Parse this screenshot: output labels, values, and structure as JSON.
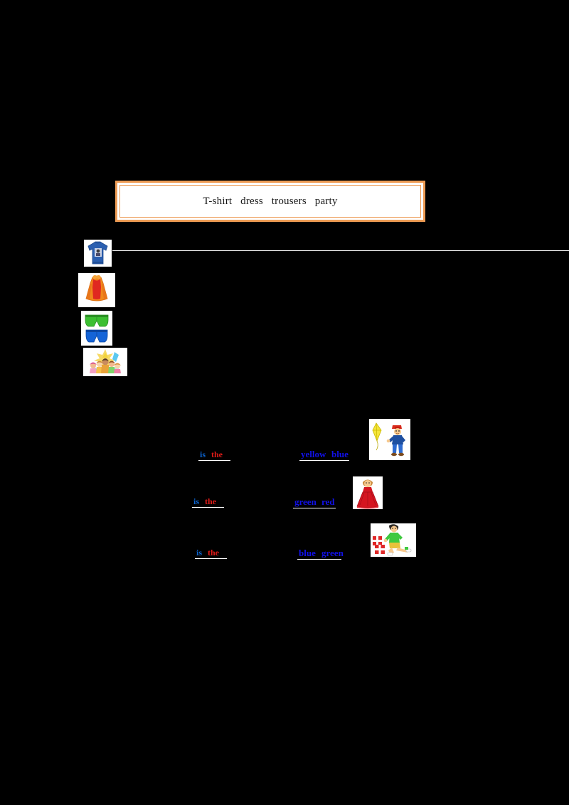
{
  "document": {
    "background_color": "#000000",
    "page_color": "#000000"
  },
  "word_bank": {
    "name": "word-bank",
    "border_color": "#ED9B54",
    "fill_color": "#FFFFFF",
    "text": "T-shirt   dress   trousers   party",
    "words": [
      "T-shirt",
      "dress",
      "trousers",
      "party"
    ]
  },
  "vocab_images": [
    {
      "label": "blue t-shirt",
      "icon": "tshirt-icon",
      "colors": [
        "#2B5FB0",
        "#1F4A8C"
      ]
    },
    {
      "label": "orange dress",
      "icon": "dress-icon",
      "colors": [
        "#F08A1E",
        "#E03A10",
        "#D9251C"
      ]
    },
    {
      "label": "trousers",
      "icon": "trousers-icon",
      "colors": [
        "#3FBF3F",
        "#1463D8"
      ]
    },
    {
      "label": "party",
      "icon": "party-icon",
      "colors": [
        "#F5A9C8",
        "#7ED6F5",
        "#F4D35E"
      ]
    }
  ],
  "answer_rows": [
    {
      "left_word_1": "is",
      "left_word_2": "the",
      "right_word_1": "yellow",
      "right_word_2": "blue",
      "picture": "kite-and-boy",
      "picture_label": "yellow kite and boy in blue"
    },
    {
      "left_word_1": "is",
      "left_word_2": "the",
      "right_word_1": "green",
      "right_word_2": "red",
      "picture": "girl-red-dress",
      "picture_label": "girl in red dress"
    },
    {
      "left_word_1": "is",
      "left_word_2": "the",
      "right_word_1": "blue",
      "right_word_2": "green",
      "picture": "person-green-shirt-gifts",
      "picture_label": "person in green shirt with red gift boxes"
    }
  ],
  "colors": {
    "accent_orange": "#ED9B54",
    "word_blue": "#0B63CE",
    "word_red": "#E01B18",
    "word_navy": "#1111E8",
    "rule_white": "#FFFFFF"
  }
}
